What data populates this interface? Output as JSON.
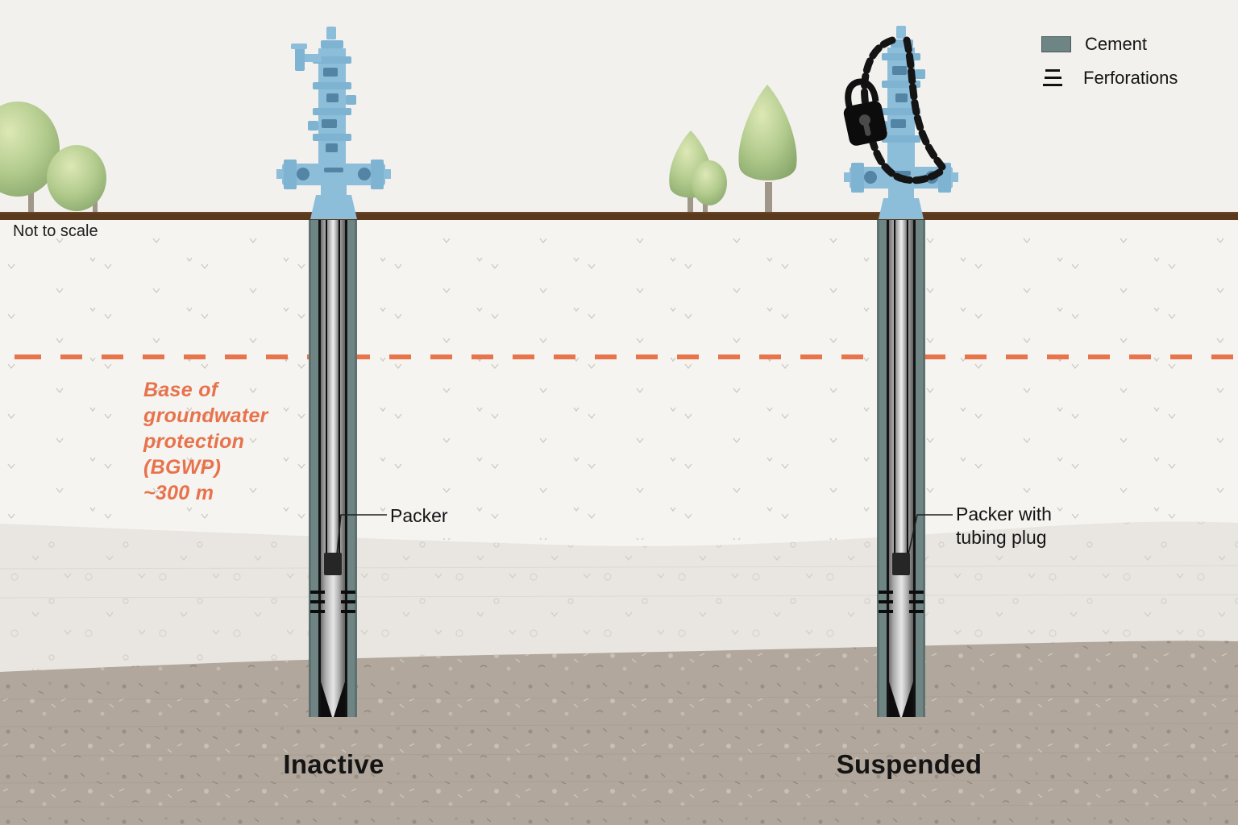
{
  "notes": {
    "scale_note": "Not to scale"
  },
  "annotations": {
    "bgwp": "Base of\ngroundwater\nprotection\n(BGWP)\n~300 m",
    "packer": "Packer",
    "packer_with_plug": "Packer with\ntubing plug"
  },
  "legend": {
    "cement_label": "Cement",
    "perforations_label": "Ferforations"
  },
  "wells": [
    {
      "label": "Inactive"
    },
    {
      "label": "Suspended"
    }
  ],
  "icons": {
    "cement_swatch": "filled-rectangle",
    "perforations": "three-horizontal-lines",
    "suspended_lock": "chain-and-padlock"
  },
  "colors": {
    "bgwp_dash": "#e8744b",
    "bgwp_text": "#e8724b",
    "cement": "#6e8585",
    "surface_line": "#5a3a1e",
    "wellhead_blue": "#8cbdd9",
    "soil_upper": "#f5f4f1",
    "soil_mid": "#e9e6e2",
    "gravel": "#b1a79c"
  }
}
